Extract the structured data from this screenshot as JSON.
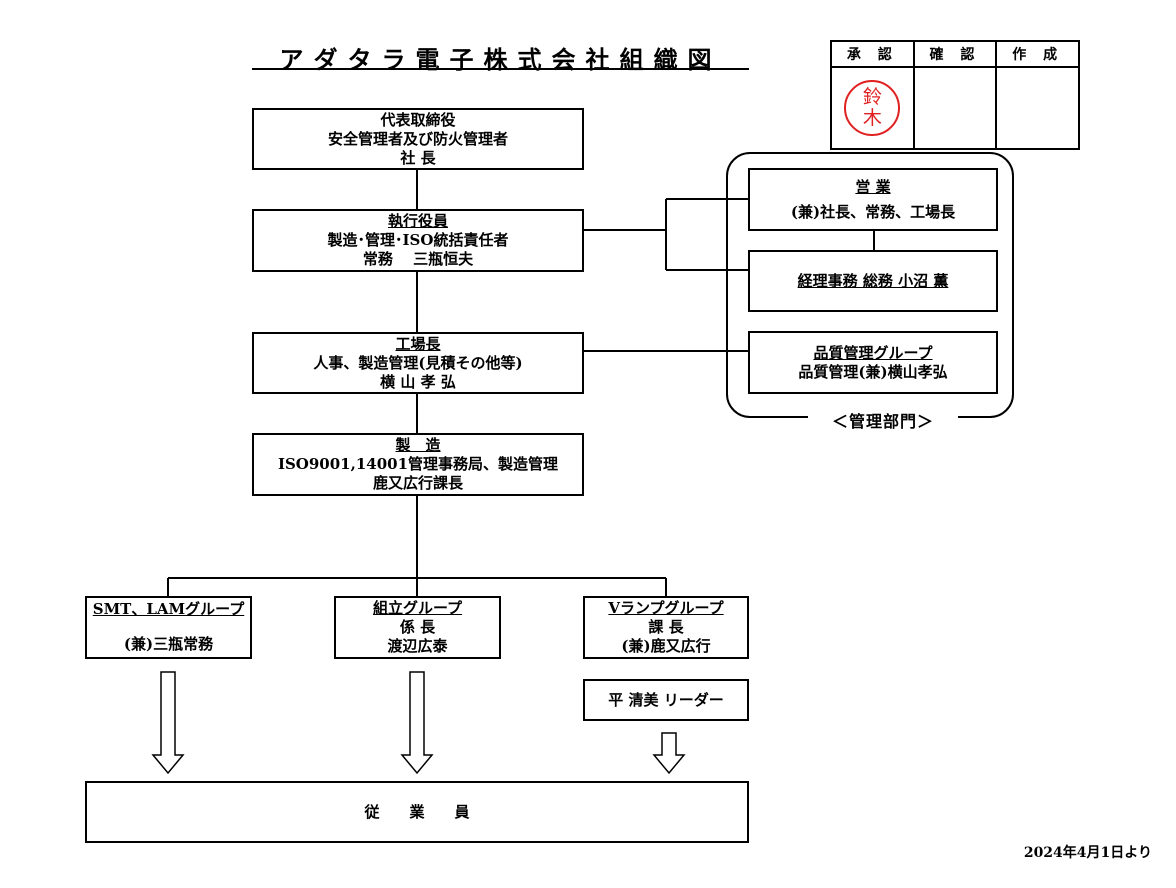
{
  "title": "アダタラ電子株式会社組織図",
  "approval": {
    "headers": [
      "承 認",
      "確 認",
      "作 成"
    ],
    "seal": [
      "鈴",
      "木"
    ]
  },
  "president": {
    "lines": [
      "代表取締役",
      "安全管理者及び防火管理者",
      "社 長"
    ]
  },
  "executive": {
    "heading": "執行役員",
    "lines": [
      "製造･管理･ISO統括責任者",
      "常務　 三瓶恒夫"
    ]
  },
  "factory": {
    "heading": "工場長",
    "lines": [
      "人事、製造管理(見積その他等)",
      "横 山 孝 弘"
    ]
  },
  "manufacturing": {
    "heading": "製　造",
    "lines": [
      "ISO9001,14001管理事務局、製造管理",
      "鹿又広行課長"
    ]
  },
  "sales": {
    "heading": "営 業",
    "lines": [
      "(兼)社長、常務、工場長"
    ]
  },
  "accounting": {
    "heading": "経理事務 総務 小沼 薫"
  },
  "quality": {
    "heading": "品質管理グループ",
    "lines": [
      "品質管理(兼)横山孝弘"
    ]
  },
  "management_dept_label": "＜管理部門＞",
  "smt": {
    "heading": "SMT、LAMグループ",
    "lines": [
      "(兼)三瓶常務"
    ]
  },
  "assembly": {
    "heading": "組立グループ",
    "lines": [
      "係 長",
      "渡辺広泰"
    ]
  },
  "vlamp": {
    "heading": "Vランプグループ",
    "lines": [
      "課 長",
      "(兼)鹿又広行"
    ]
  },
  "leader": {
    "label": "平 清美 リーダー"
  },
  "employees": {
    "label": "従　　業　　員"
  },
  "effective_date": "2024年4月1日より"
}
